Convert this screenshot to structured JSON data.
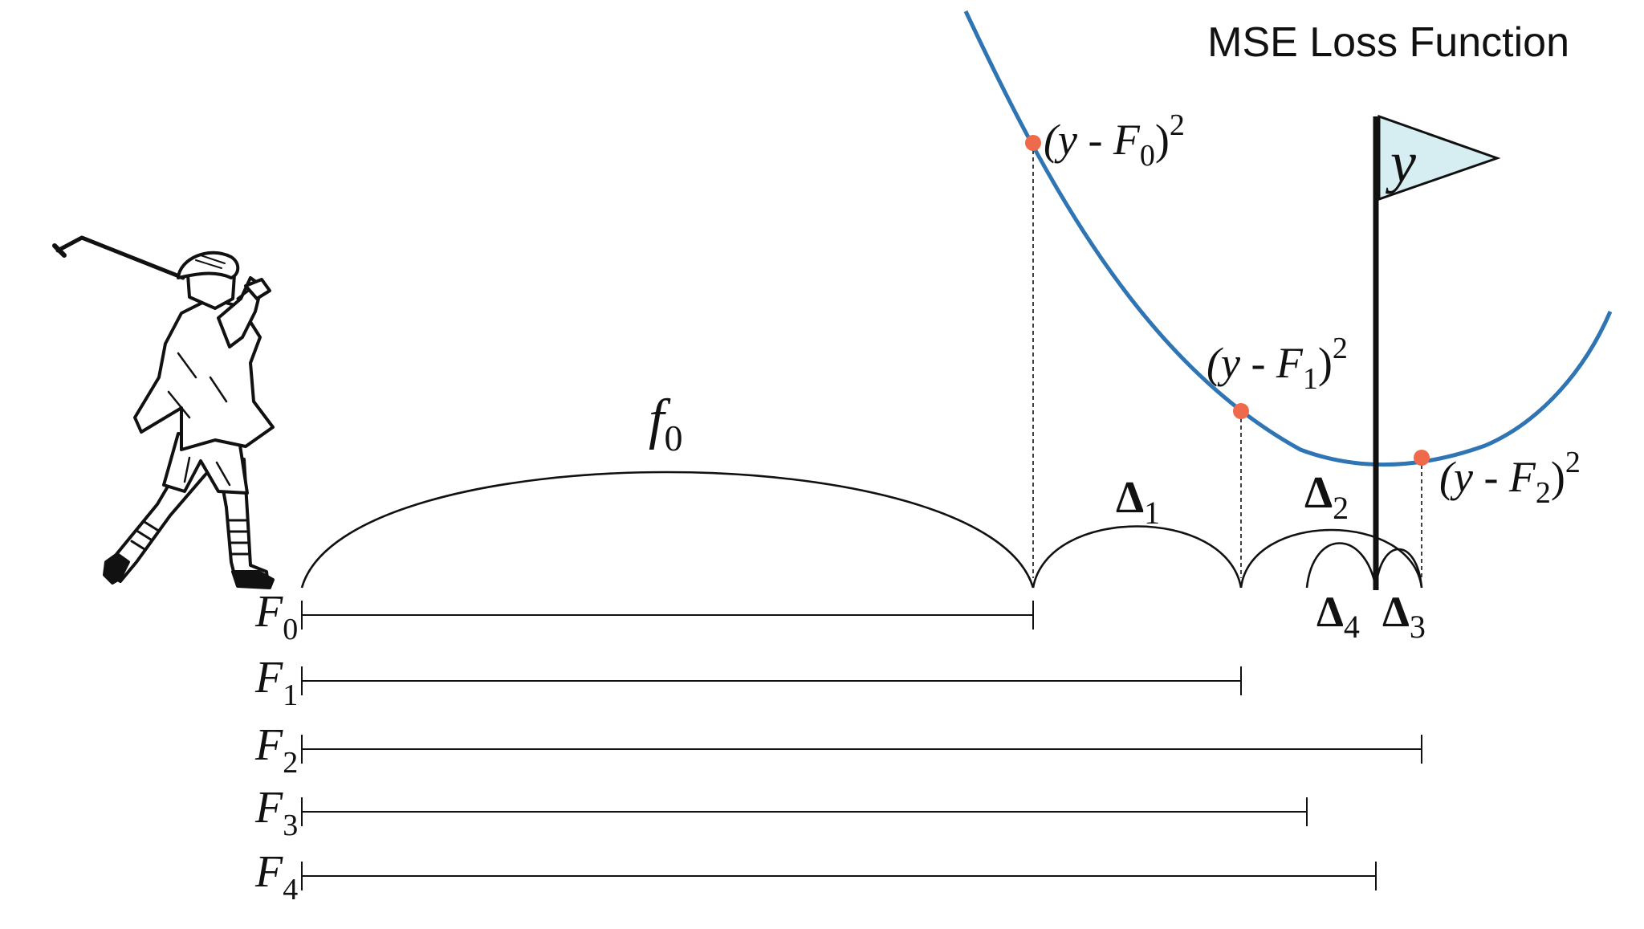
{
  "title": "MSE Loss Function",
  "colors": {
    "curve": "#2f74b3",
    "points": "#ee6a4a",
    "flag": "#d6eef2",
    "ink": "#111111"
  },
  "icons": [
    "golfer-illustration",
    "flag-icon"
  ],
  "flag_label": "y",
  "curve_labels": [
    {
      "base": "(y - F",
      "sub": "0",
      "close": ")",
      "sup": "2"
    },
    {
      "base": "(y - F",
      "sub": "1",
      "close": ")",
      "sup": "2"
    },
    {
      "base": "(y - F",
      "sub": "2",
      "close": ")",
      "sup": "2"
    }
  ],
  "arc_labels": {
    "f0": {
      "base": "f",
      "sub": "0"
    },
    "d1": {
      "base": "Δ",
      "sub": "1"
    },
    "d2": {
      "base": "Δ",
      "sub": "2"
    },
    "d3": {
      "base": "Δ",
      "sub": "3"
    },
    "d4": {
      "base": "Δ",
      "sub": "4"
    }
  },
  "rows": [
    {
      "base": "F",
      "sub": "0"
    },
    {
      "base": "F",
      "sub": "1"
    },
    {
      "base": "F",
      "sub": "2"
    },
    {
      "base": "F",
      "sub": "3"
    },
    {
      "base": "F",
      "sub": "4"
    }
  ]
}
